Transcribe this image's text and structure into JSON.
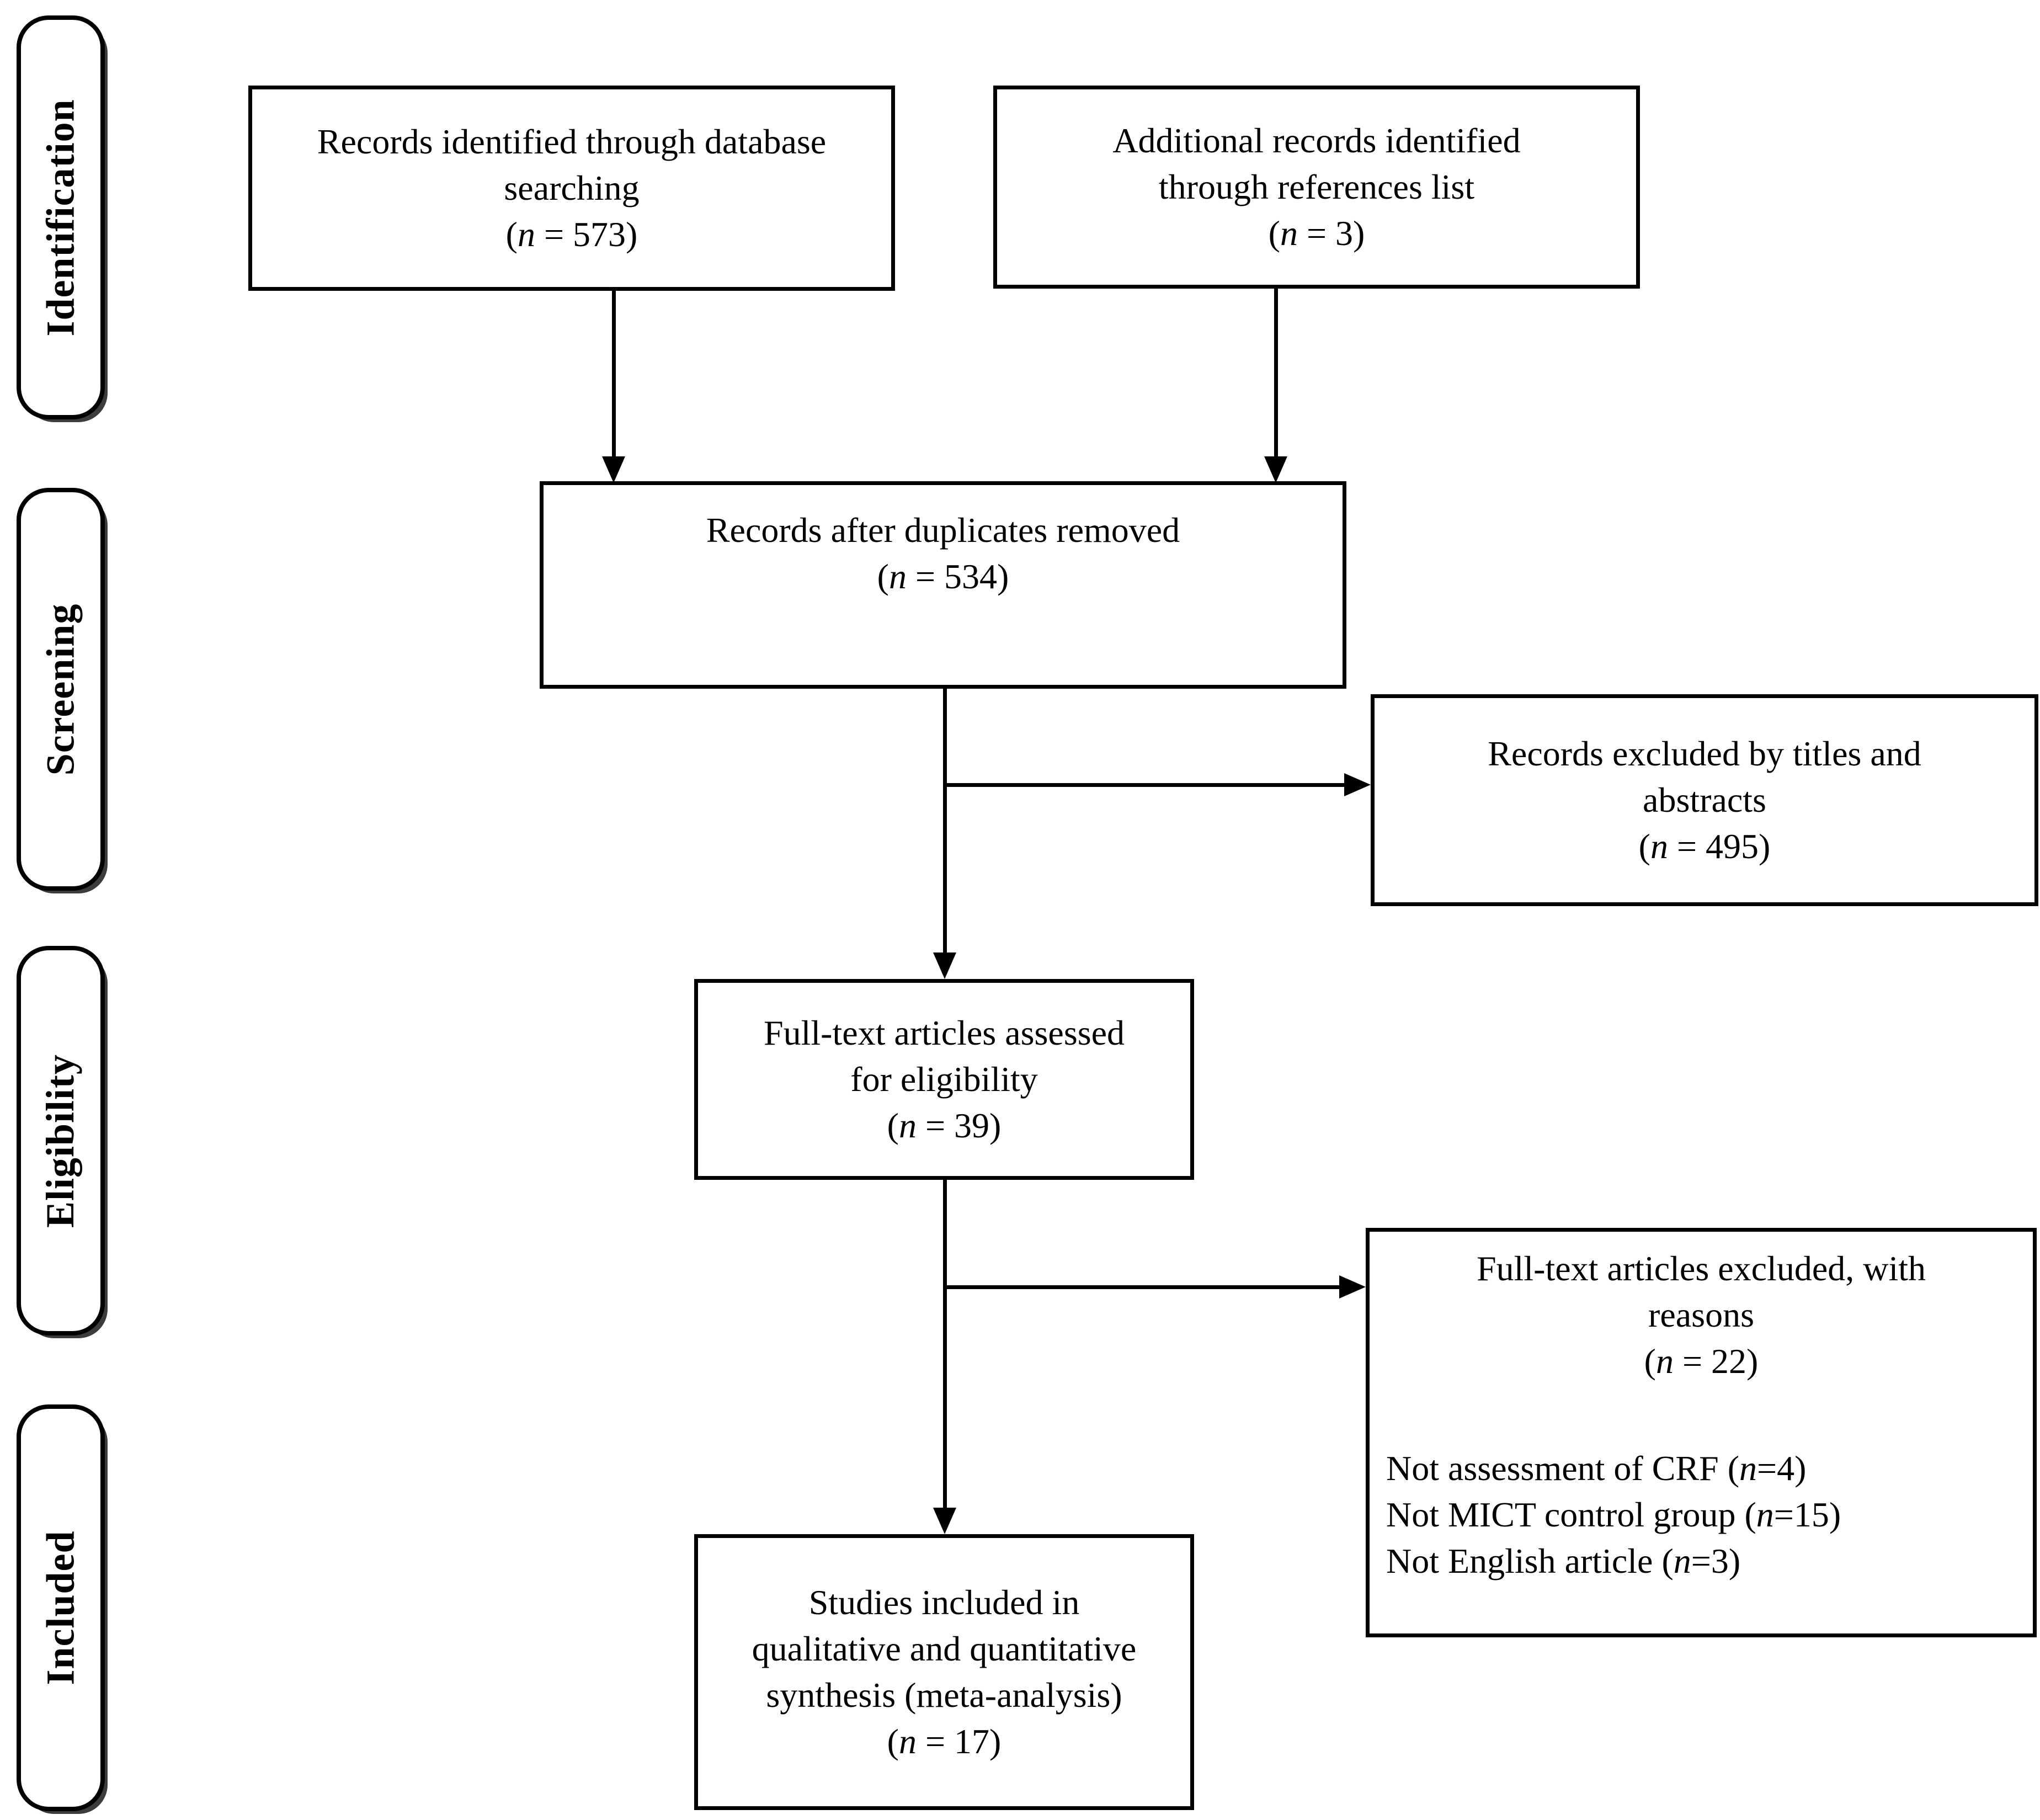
{
  "figure": {
    "type": "prisma-flow-diagram",
    "ink_color": "#000000",
    "paper_color": "#ffffff"
  },
  "notation": {
    "open": "(",
    "var": "n",
    "eq": " = ",
    "eq_tight": "=",
    "close": ")"
  },
  "stage_labels": [
    {
      "label": "Identification"
    },
    {
      "label": "Screening"
    },
    {
      "label": "Eligibility"
    },
    {
      "label": "Included"
    }
  ],
  "boxes": {
    "db_search": {
      "lines": [
        "Records identified through database",
        "searching"
      ],
      "n": "573"
    },
    "refs": {
      "lines": [
        "Additional records identified",
        "through references list"
      ],
      "n": "3"
    },
    "dedup": {
      "lines": [
        "Records after duplicates removed"
      ],
      "n": "534"
    },
    "excluded_titles": {
      "lines": [
        "Records excluded by titles and",
        "abstracts"
      ],
      "n": "495"
    },
    "fulltext": {
      "lines": [
        "Full-text articles assessed",
        "for eligibility"
      ],
      "n": "39"
    },
    "excluded_fulltext": {
      "lines": [
        "Full-text articles excluded, with",
        "reasons"
      ],
      "n": "22",
      "reasons": [
        {
          "text": "Not assessment of CRF ",
          "n": "4"
        },
        {
          "text": "Not MICT control group ",
          "n": "15"
        },
        {
          "text": "Not English article ",
          "n": "3"
        }
      ]
    },
    "included": {
      "lines": [
        "Studies included in",
        "qualitative and quantitative",
        "synthesis (meta-analysis)"
      ],
      "n": "17"
    }
  }
}
